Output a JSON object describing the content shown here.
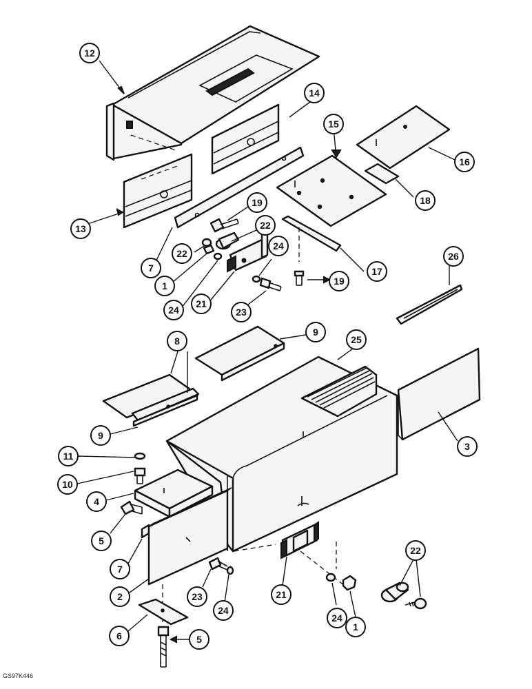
{
  "reference_code": "GS97K446",
  "callouts": {
    "c12": "12",
    "c14": "14",
    "c15": "15",
    "c16": "16",
    "c13": "13",
    "c18": "18",
    "c19a": "19",
    "c22a": "22",
    "c24a": "24",
    "c7a": "7",
    "c1a": "1",
    "c17": "17",
    "c19b": "19",
    "c24b": "24",
    "c21a": "21",
    "c23a": "23",
    "c26": "26",
    "c8": "8",
    "c9a": "9",
    "c25": "25",
    "c9b": "9",
    "c3": "3",
    "c11": "11",
    "c10": "10",
    "c4": "4",
    "c5a": "5",
    "c7b": "7",
    "c2": "2",
    "c23b": "23",
    "c24c": "24",
    "c21b": "21",
    "c22b": "22",
    "c24d": "24",
    "c1b": "1",
    "c6": "6",
    "c5b": "5"
  }
}
